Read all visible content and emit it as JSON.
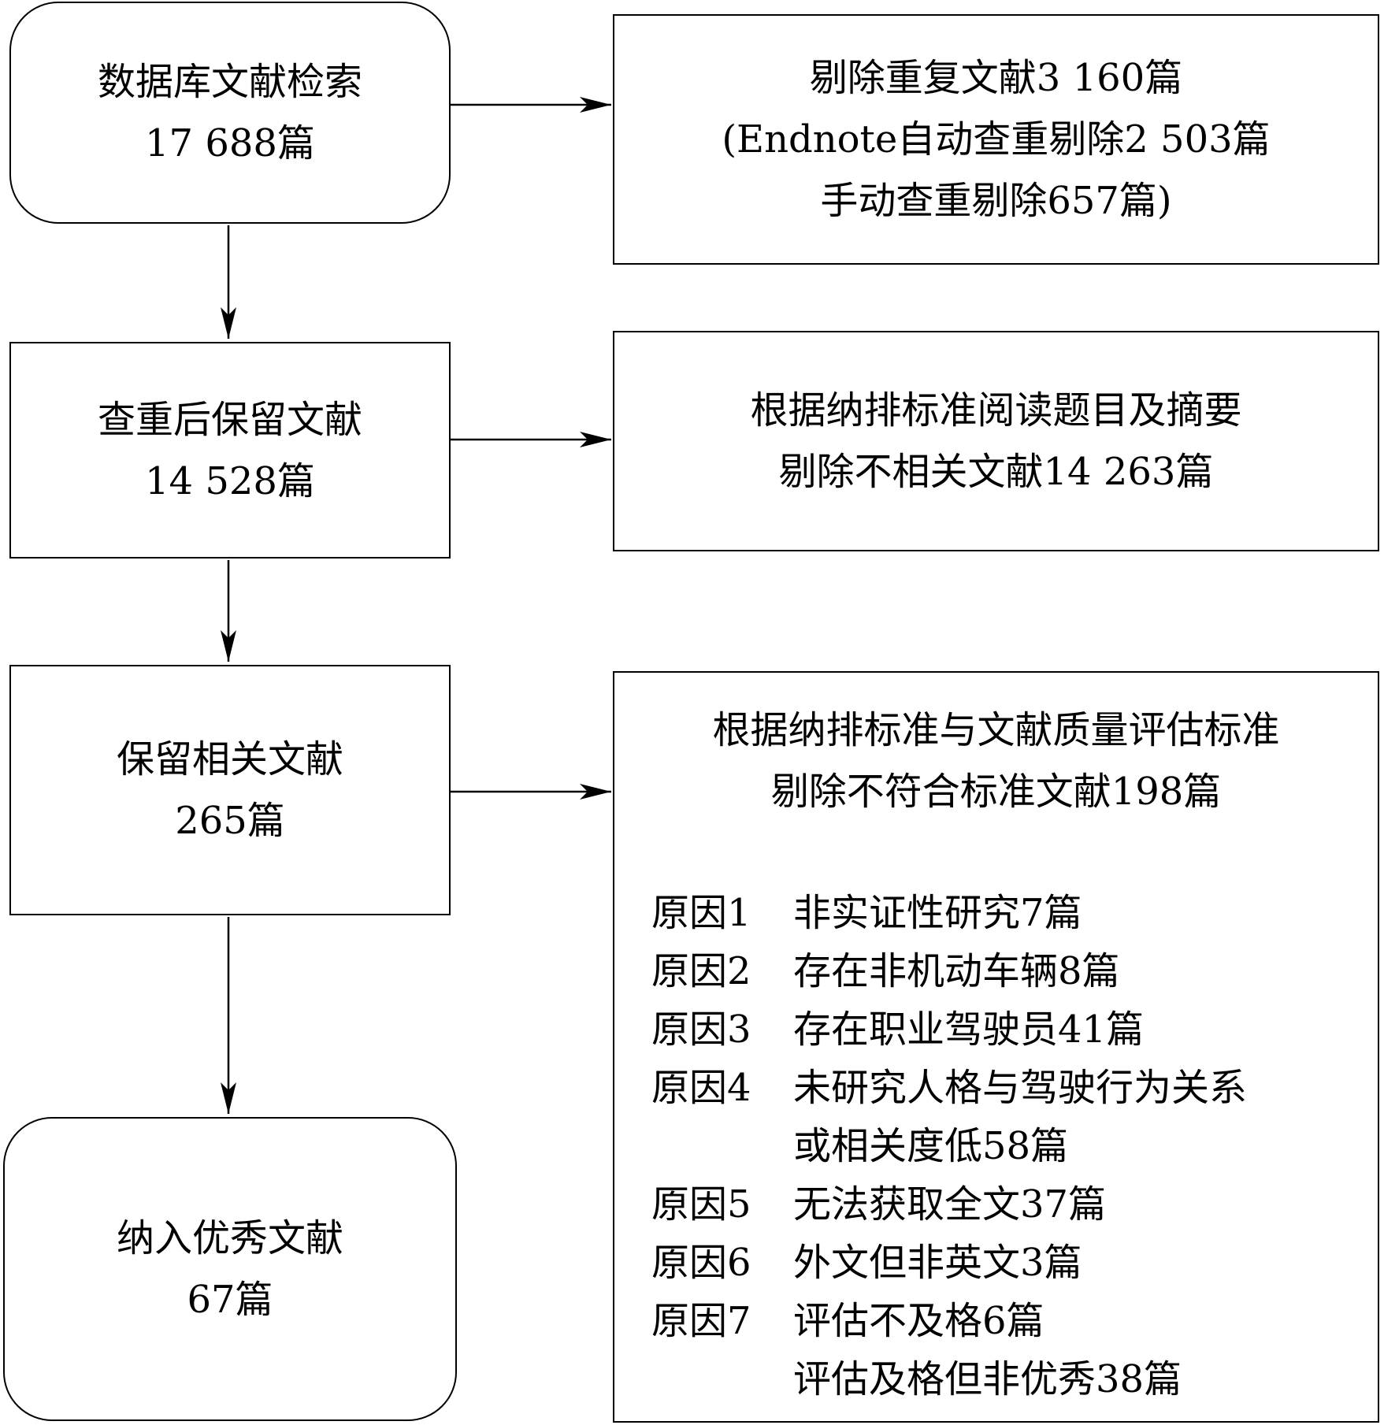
{
  "flow": {
    "search": {
      "line1": "数据库文献检索",
      "line2": "17 688篇"
    },
    "after_dedup": {
      "line1": "查重后保留文献",
      "line2": "14 528篇"
    },
    "relevant": {
      "line1": "保留相关文献",
      "line2": "265篇"
    },
    "included": {
      "line1": "纳入优秀文献",
      "line2": "67篇"
    }
  },
  "exclusions": {
    "duplicates": {
      "line1": "剔除重复文献3 160篇",
      "line2": "(Endnote自动查重剔除2 503篇",
      "line3": "手动查重剔除657篇)"
    },
    "title_abstract": {
      "line1": "根据纳排标准阅读题目及摘要",
      "line2": "剔除不相关文献14 263篇"
    },
    "quality": {
      "line1": "根据纳排标准与文献质量评估标准",
      "line2": "剔除不符合标准文献198篇",
      "reasons": [
        {
          "label": "原因1",
          "text": "非实证性研究7篇"
        },
        {
          "label": "原因2",
          "text": "存在非机动车辆8篇"
        },
        {
          "label": "原因3",
          "text": "存在职业驾驶员41篇"
        },
        {
          "label": "原因4",
          "text": "未研究人格与驾驶行为关系"
        },
        {
          "label": "",
          "text": "或相关度低58篇"
        },
        {
          "label": "原因5",
          "text": "无法获取全文37篇"
        },
        {
          "label": "原因6",
          "text": "外文但非英文3篇"
        },
        {
          "label": "原因7",
          "text": "评估不及格6篇"
        },
        {
          "label": "",
          "text": "评估及格但非优秀38篇"
        }
      ]
    }
  }
}
